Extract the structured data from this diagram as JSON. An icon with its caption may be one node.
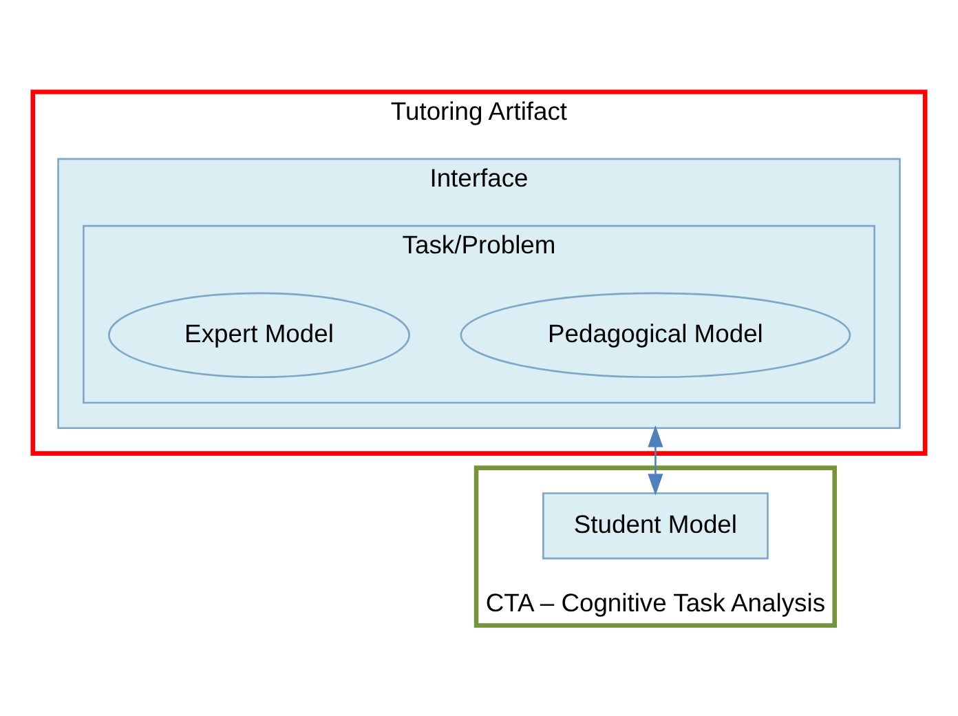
{
  "diagram": {
    "nodes": [
      {
        "text": [
          "Tutoring Artifact"
        ]
      },
      {
        "text": [
          "CTA – Cognitive Task Analysis"
        ]
      },
      {
        "text": [
          "Interface"
        ],
        "in": 0
      },
      {
        "text": [
          "Task/Problem"
        ],
        "in": 2
      },
      {
        "text": [
          "Pedagogical Model"
        ],
        "in": 3
      },
      {
        "text": [
          "Expert Model"
        ],
        "in": 3
      },
      {
        "text": [
          "Student Model"
        ],
        "in": 1
      }
    ],
    "edges": [
      {
        "from": 2,
        "to": 6,
        "arrow": "both",
        "color": "#4f81bd"
      }
    ]
  }
}
